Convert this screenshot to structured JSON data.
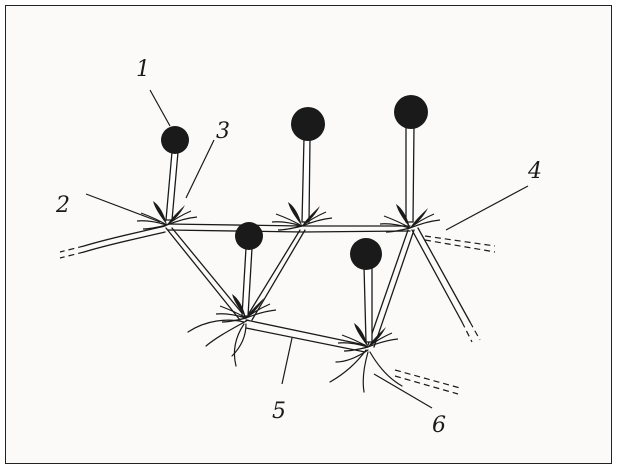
{
  "diagram": {
    "labels": {
      "l1": "1",
      "l2": "2",
      "l3": "3",
      "l4": "4",
      "l5": "5",
      "l6": "6"
    },
    "colors": {
      "ink": "#1a1a1a",
      "paper": "#fbfaf8",
      "stolon_fill": "#ffffff"
    }
  }
}
